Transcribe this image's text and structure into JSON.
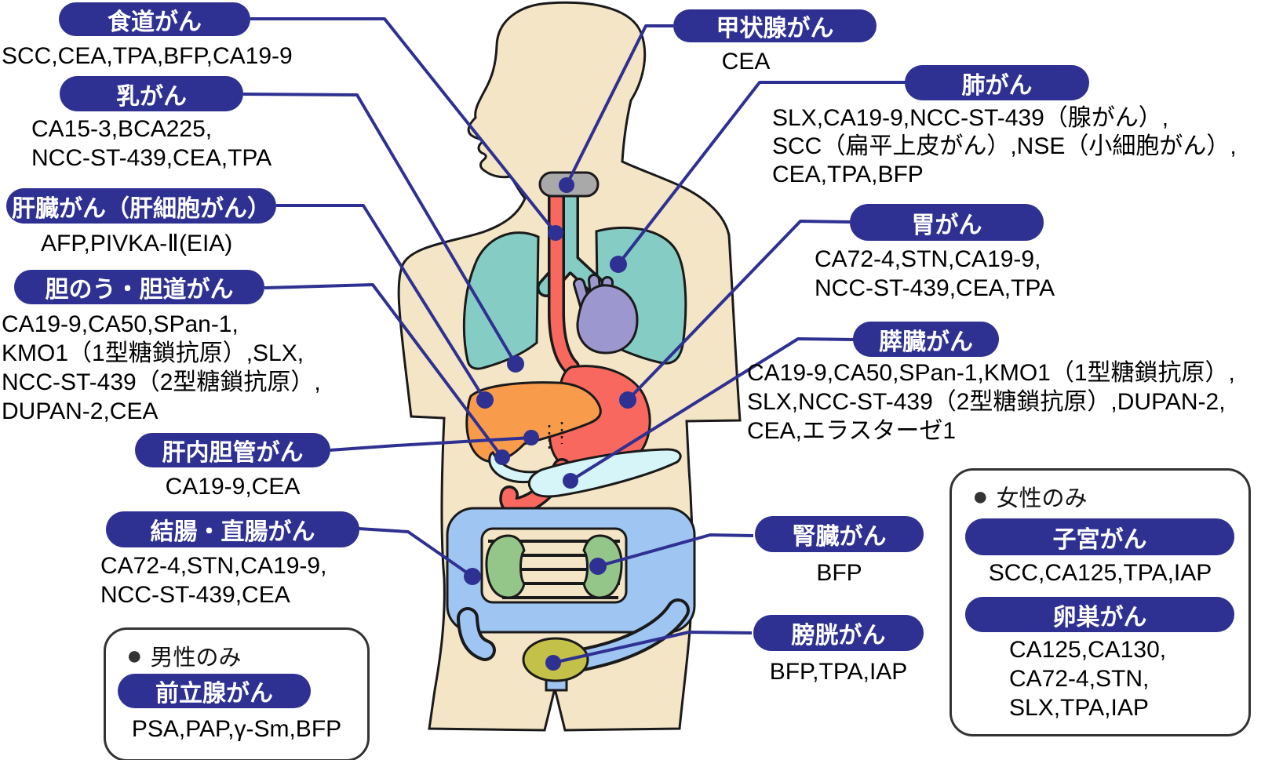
{
  "colors": {
    "accent_navy": "#2E3192",
    "skin": "#F3E5C6",
    "lung_teal": "#85CCC4",
    "heart_purple": "#9D97D0",
    "liver_orange": "#F89C4C",
    "stomach_red": "#F9685F",
    "intestine_blue": "#9FC5F2",
    "kidney_green": "#94C68A",
    "bladder_olive": "#C4C148",
    "pancreas_cyan": "#D6F5F8",
    "thyroid_gray": "#A9A9A9",
    "outline_black": "#1A1A1A"
  },
  "labels": [
    {
      "id": "esophagus",
      "pill": "食道がん",
      "markers": [
        "SCC,CEA,TPA,BFP,CA19-9"
      ]
    },
    {
      "id": "thyroid",
      "pill": "甲状腺がん",
      "markers": [
        "CEA"
      ]
    },
    {
      "id": "breast",
      "pill": "乳がん",
      "markers": [
        "CA15-3,BCA225,",
        "NCC-ST-439,CEA,TPA"
      ]
    },
    {
      "id": "lung",
      "pill": "肺がん",
      "markers": [
        "SLX,CA19-9,NCC-ST-439（腺がん）,",
        "SCC（扁平上皮がん）,NSE（小細胞がん）,",
        "CEA,TPA,BFP"
      ]
    },
    {
      "id": "liver",
      "pill": "肝臓がん（肝細胞がん）",
      "markers": [
        "AFP,PIVKA-Ⅱ(EIA)"
      ]
    },
    {
      "id": "stomach",
      "pill": "胃がん",
      "markers": [
        "CA72-4,STN,CA19-9,",
        "NCC-ST-439,CEA,TPA"
      ]
    },
    {
      "id": "gallbladder",
      "pill": "胆のう・胆道がん",
      "markers": [
        "CA19-9,CA50,SPan-1,",
        "KMO1（1型糖鎖抗原）,SLX,",
        "NCC-ST-439（2型糖鎖抗原）,",
        "DUPAN-2,CEA"
      ]
    },
    {
      "id": "pancreas",
      "pill": "膵臓がん",
      "markers": [
        "CA19-9,CA50,SPan-1,KMO1（1型糖鎖抗原）,",
        "SLX,NCC-ST-439（2型糖鎖抗原）,DUPAN-2,",
        "CEA,エラスターゼ1"
      ]
    },
    {
      "id": "bile-duct",
      "pill": "肝内胆管がん",
      "markers": [
        "CA19-9,CEA"
      ]
    },
    {
      "id": "colon",
      "pill": "結腸・直腸がん",
      "markers": [
        "CA72-4,STN,CA19-9,",
        "NCC-ST-439,CEA"
      ]
    },
    {
      "id": "kidney",
      "pill": "腎臓がん",
      "markers": [
        "BFP"
      ]
    },
    {
      "id": "bladder",
      "pill": "膀胱がん",
      "markers": [
        "BFP,TPA,IAP"
      ]
    }
  ],
  "groups": [
    {
      "id": "male",
      "note": "男性のみ",
      "labels": [
        {
          "id": "prostate",
          "pill": "前立腺がん",
          "markers": [
            "PSA,PAP,γ-Sm,BFP"
          ]
        }
      ]
    },
    {
      "id": "female",
      "note": "女性のみ",
      "labels": [
        {
          "id": "uterus",
          "pill": "子宮がん",
          "markers": [
            "SCC,CA125,TPA,IAP"
          ]
        },
        {
          "id": "ovary",
          "pill": "卵巣がん",
          "markers": [
            "CA125,CA130,",
            "CA72-4,STN,",
            "SLX,TPA,IAP"
          ]
        }
      ]
    }
  ],
  "organ_dots": [
    "thyroid",
    "esophagus",
    "lung",
    "breast",
    "liver",
    "stomach",
    "bile-duct",
    "gallbladder",
    "pancreas",
    "colon",
    "kidney",
    "bladder"
  ]
}
